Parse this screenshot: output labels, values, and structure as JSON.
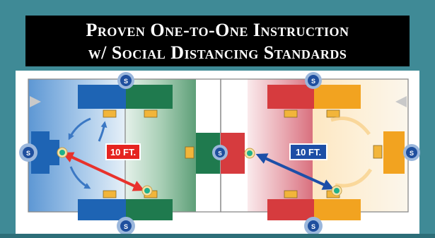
{
  "title": {
    "line1": "Proven One-to-One Instruction",
    "line2": "w/ Social Distancing Standards"
  },
  "diagram": {
    "left_distance_label": "10 FT.",
    "right_distance_label": "10 FT.",
    "marker_glyph": "S",
    "colors": {
      "background_teal": "#3f8a96",
      "blue": "#1e64b4",
      "green": "#1f7a4e",
      "red": "#d63b3e",
      "orange": "#f2a320",
      "arrow_red": "#e8322c",
      "arrow_blue": "#1c4fa8",
      "label_red": "#e52420",
      "label_blue": "#1d4ea6",
      "student_dot": "#20b08a"
    }
  }
}
